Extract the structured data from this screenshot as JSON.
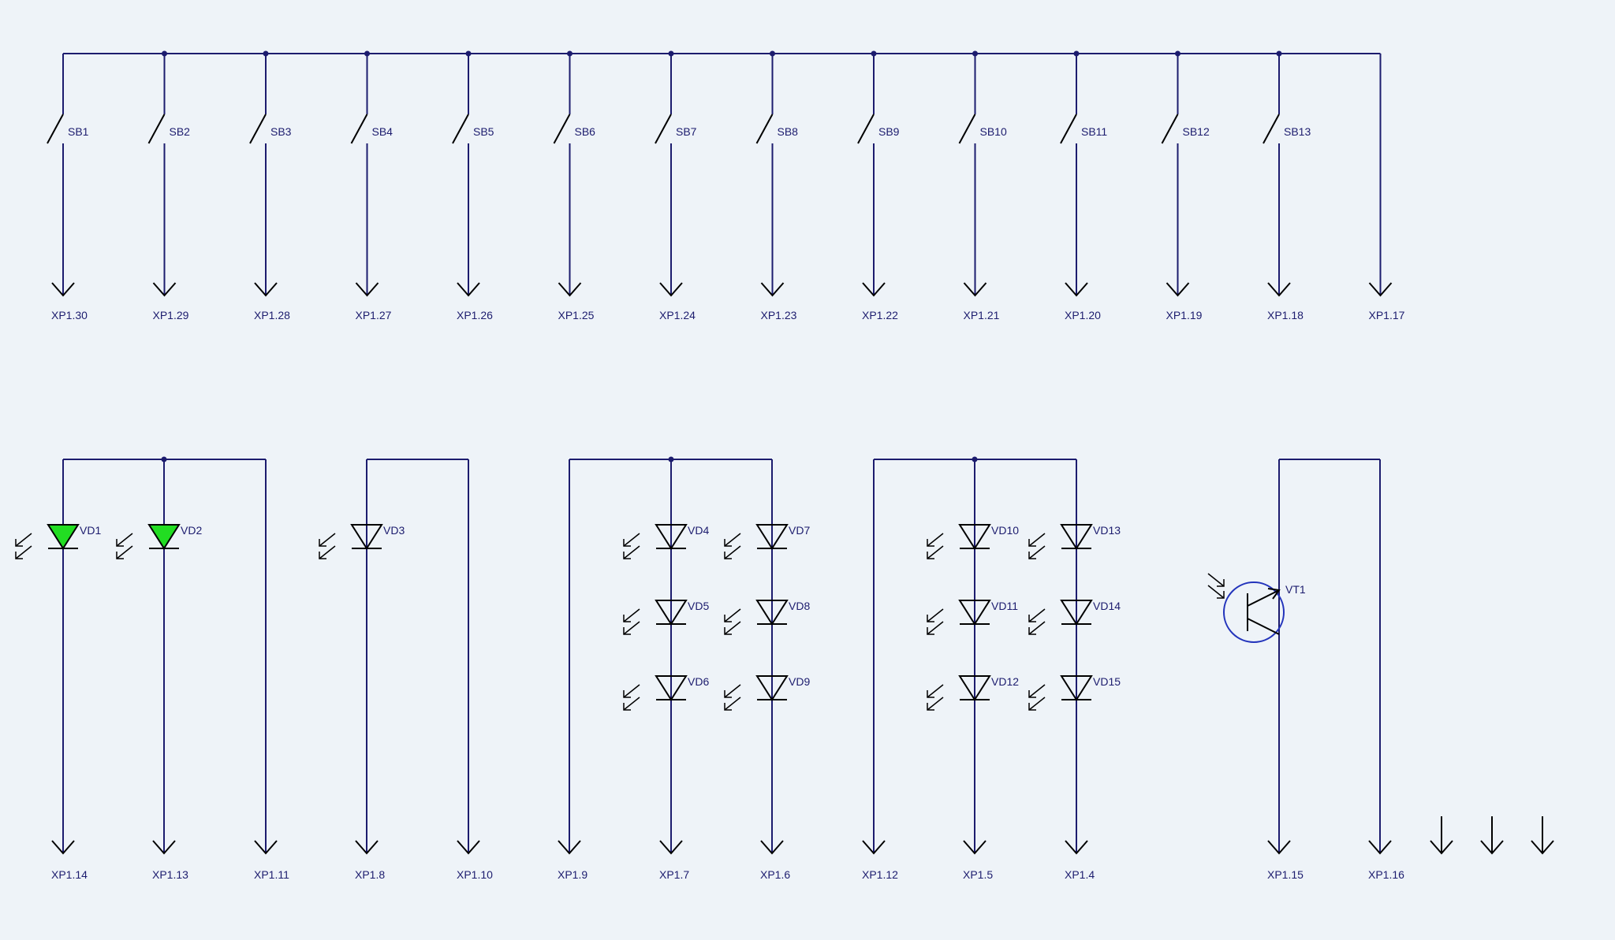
{
  "colors": {
    "background": "#eef3f8",
    "wire": "#1c1c6e",
    "component": "#000000",
    "label": "#1c1c6e",
    "led_fill_active": "#22dd22",
    "transistor_circle": "#2233bb"
  },
  "switches": [
    "SB1",
    "SB2",
    "SB3",
    "SB4",
    "SB5",
    "SB6",
    "SB7",
    "SB8",
    "SB9",
    "SB10",
    "SB11",
    "SB12",
    "SB13"
  ],
  "top_pins": [
    "XP1.30",
    "XP1.29",
    "XP1.28",
    "XP1.27",
    "XP1.26",
    "XP1.25",
    "XP1.24",
    "XP1.23",
    "XP1.22",
    "XP1.21",
    "XP1.20",
    "XP1.19",
    "XP1.18",
    "XP1.17"
  ],
  "bottom_pins": [
    "XP1.14",
    "XP1.13",
    "XP1.11",
    "XP1.8",
    "XP1.10",
    "XP1.9",
    "XP1.7",
    "XP1.6",
    "XP1.12",
    "XP1.5",
    "XP1.4",
    "XP1.15",
    "XP1.16"
  ],
  "leds": [
    {
      "label": "VD1",
      "lit": true
    },
    {
      "label": "VD2",
      "lit": true
    },
    {
      "label": "VD3",
      "lit": false
    },
    {
      "label": "VD4",
      "lit": false
    },
    {
      "label": "VD5",
      "lit": false
    },
    {
      "label": "VD6",
      "lit": false
    },
    {
      "label": "VD7",
      "lit": false
    },
    {
      "label": "VD8",
      "lit": false
    },
    {
      "label": "VD9",
      "lit": false
    },
    {
      "label": "VD10",
      "lit": false
    },
    {
      "label": "VD11",
      "lit": false
    },
    {
      "label": "VD12",
      "lit": false
    },
    {
      "label": "VD13",
      "lit": false
    },
    {
      "label": "VD14",
      "lit": false
    },
    {
      "label": "VD15",
      "lit": false
    }
  ],
  "transistor": {
    "label": "VT1"
  }
}
